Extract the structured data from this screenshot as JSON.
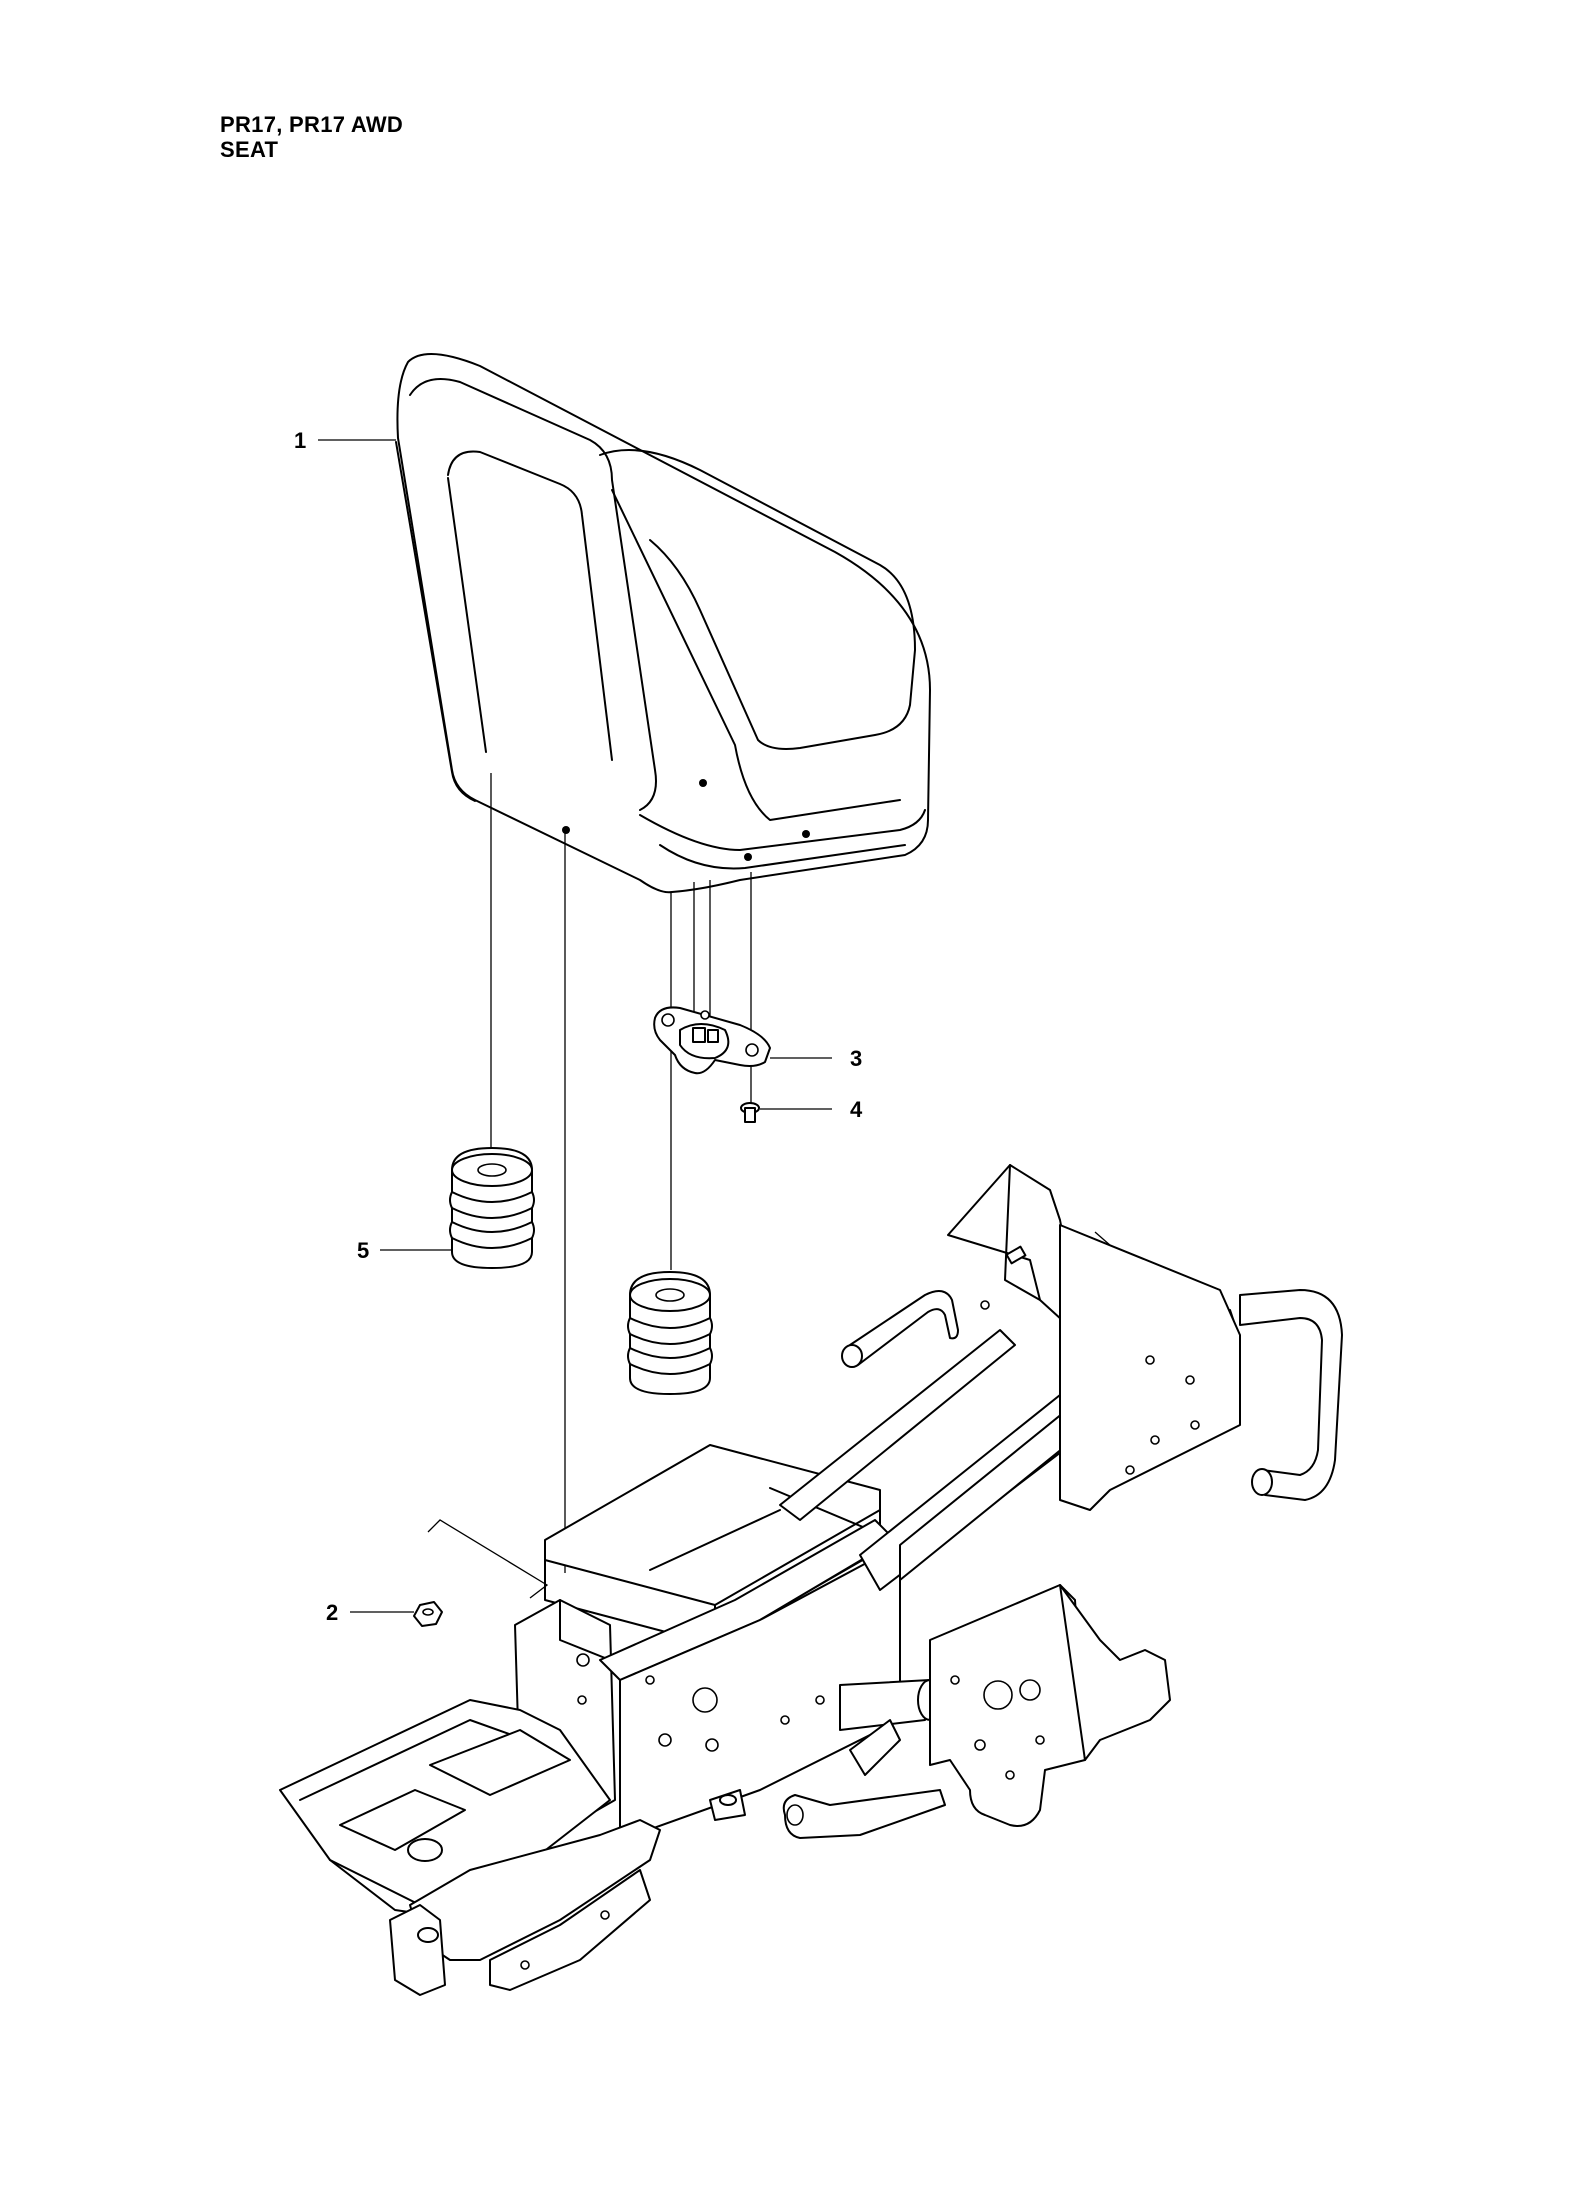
{
  "header": {
    "model": "PR17, PR17 AWD",
    "section": "SEAT"
  },
  "callouts": [
    {
      "id": "1",
      "label": "1"
    },
    {
      "id": "2",
      "label": "2"
    },
    {
      "id": "3",
      "label": "3"
    },
    {
      "id": "4",
      "label": "4"
    },
    {
      "id": "5",
      "label": "5"
    }
  ],
  "colors": {
    "line": "#000000",
    "background": "#ffffff"
  }
}
